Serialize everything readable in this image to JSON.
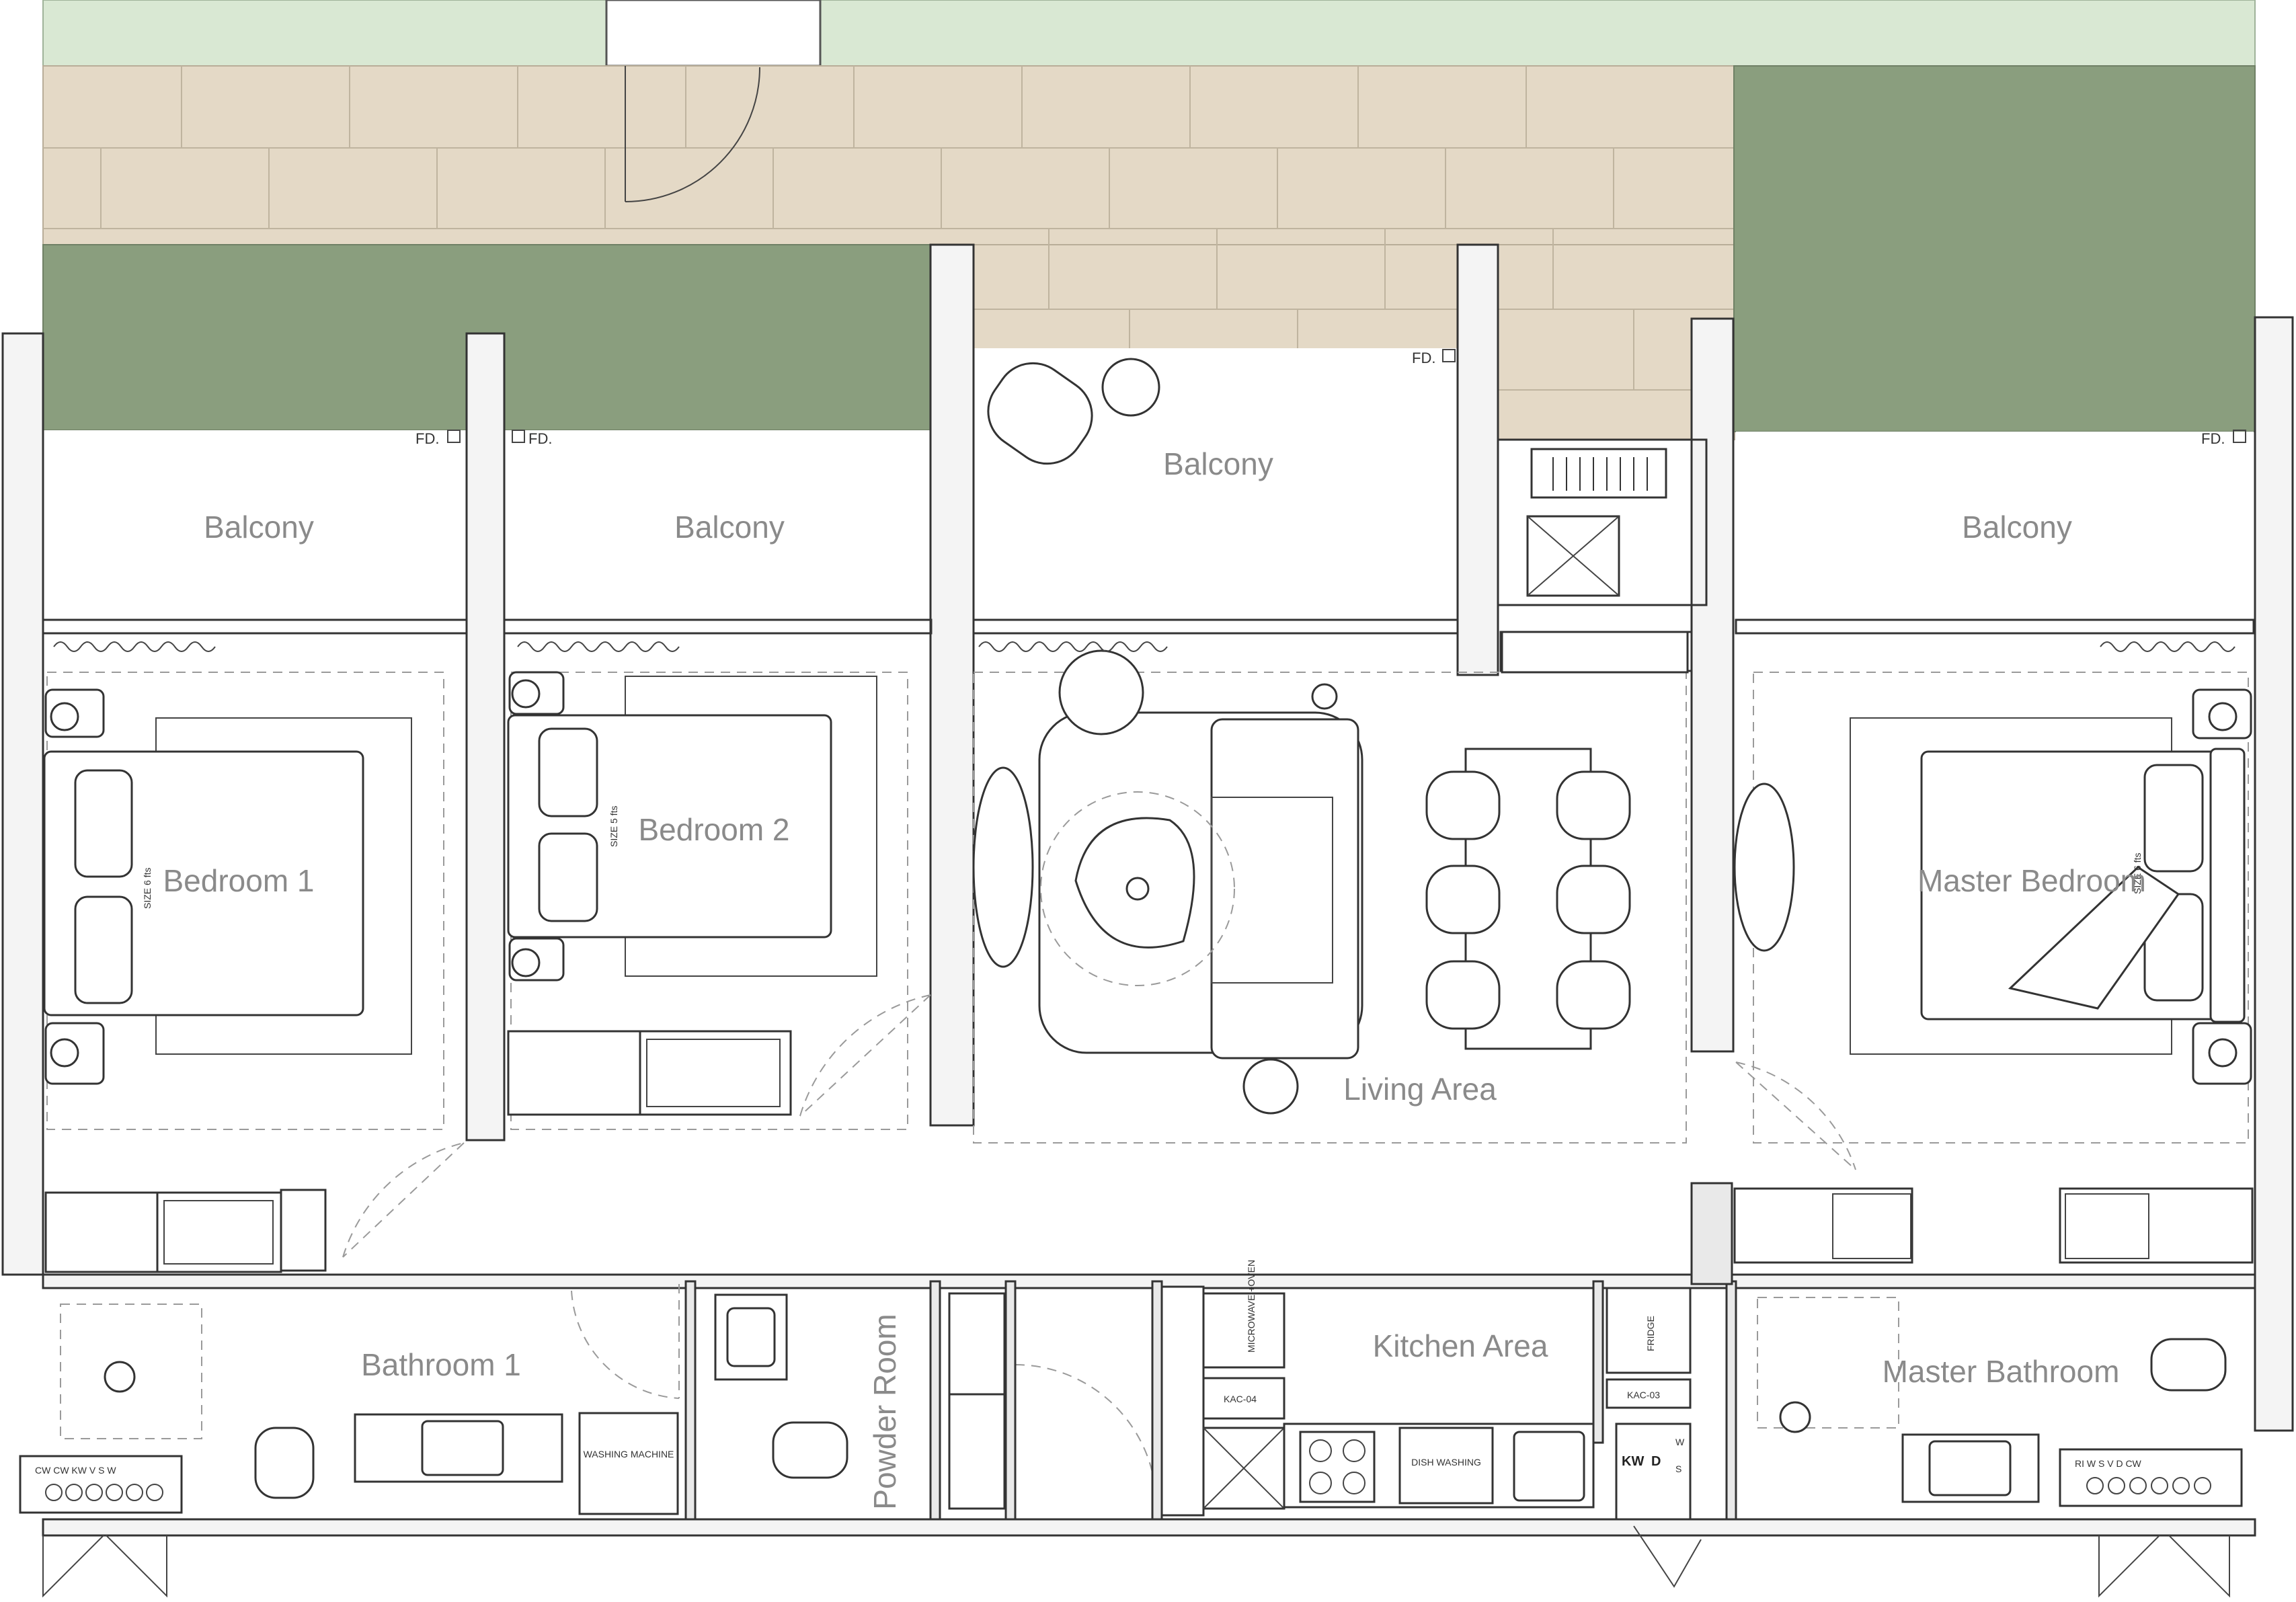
{
  "colors": {
    "lawn_light": "#d9e8d3",
    "deck": "#e4d9c6",
    "planter": "#8a9e7e",
    "wall_fill": "#eeeeee",
    "line": "#333333",
    "label_gray": "#8a8a8a"
  },
  "rooms": {
    "balcony_1": "Balcony",
    "balcony_2": "Balcony",
    "balcony_3": "Balcony",
    "balcony_4": "Balcony",
    "bedroom_1": "Bedroom 1",
    "bedroom_2": "Bedroom 2",
    "master_bedroom": "Master Bedroom",
    "living_area": "Living Area",
    "kitchen_area": "Kitchen Area",
    "bathroom_1": "Bathroom 1",
    "powder_room": "Powder Room",
    "master_bathroom": "Master Bathroom"
  },
  "annotations": {
    "fd": "FD.",
    "bed_size_1": "SIZE 6 fts",
    "bed_size_2": "SIZE 5 fts",
    "bed_size_3": "SIZE 6 fts",
    "microwave": "MICROWAVE +OVEN",
    "fridge": "FRIDGE",
    "dish_washing": "DISH WASHING",
    "washing_machine": "WASHING MACHINE",
    "kac_04": "KAC-04",
    "kac_03": "KAC-03",
    "kw": "KW",
    "d": "D",
    "s": "S",
    "w": "W",
    "meter_left": "CW CW KW V  S  W",
    "meter_right": "RI  W  S  V  D  CW"
  }
}
